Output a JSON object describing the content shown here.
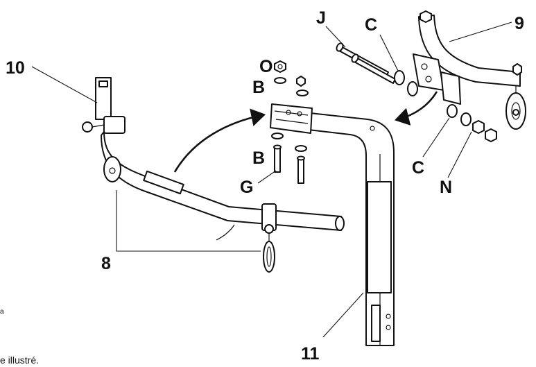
{
  "labels": {
    "l10": "10",
    "l9": "9",
    "l8": "8",
    "l11": "11",
    "O": "O",
    "B_top": "B",
    "B_bottom": "B",
    "G": "G",
    "J": "J",
    "C_top": "C",
    "C_right": "C",
    "N": "N"
  },
  "text_fragments": {
    "bottom_left": "e illustré.",
    "small_left": "a"
  }
}
